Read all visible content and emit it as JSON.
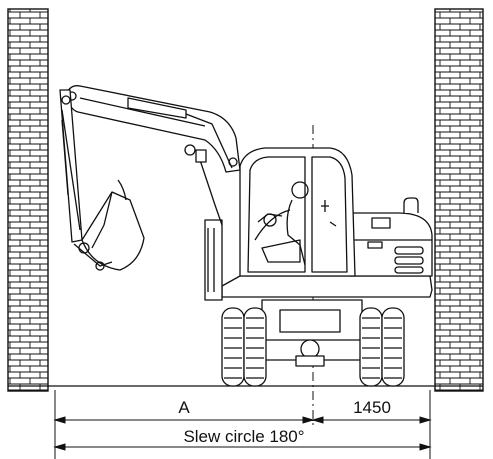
{
  "dimensions": {
    "a_label": "A",
    "right_value": "1450",
    "slew_label": "Slew circle 180°"
  },
  "colors": {
    "ink": "#111111",
    "wall_fill": "#ffffff",
    "background": "#ffffff"
  }
}
